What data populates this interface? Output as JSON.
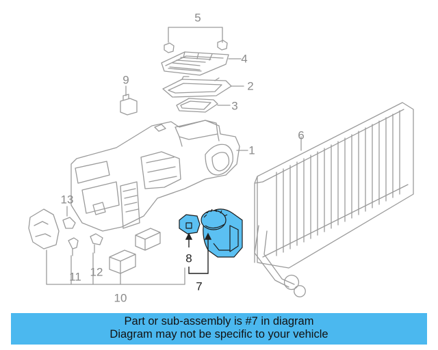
{
  "diagram": {
    "callouts": {
      "c1": "1",
      "c2": "2",
      "c3": "3",
      "c4": "4",
      "c5": "5",
      "c6": "6",
      "c7": "7",
      "c8": "8",
      "c9": "9",
      "c10": "10",
      "c11": "11",
      "c12": "12",
      "c13": "13"
    },
    "colors": {
      "line": "#9a9a9a",
      "highlight": "#5bc0f2",
      "highlight_stroke": "#1a1a1a",
      "banner": "#4bb8ef"
    }
  },
  "footer": {
    "line1": "Part or sub-assembly is #7 in diagram",
    "line2": "Diagram may not be specific to your vehicle"
  }
}
